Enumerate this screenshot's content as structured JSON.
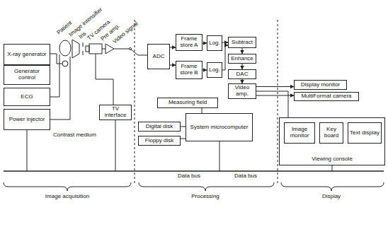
{
  "diagram": {
    "nodes": [
      {
        "text": [
          "X-ray generator"
        ]
      },
      {
        "text": [
          "Generator control"
        ]
      },
      {
        "text": [
          "ECG"
        ]
      },
      {
        "text": [
          "Power injector"
        ]
      },
      {
        "text": [
          "TV interface"
        ]
      },
      {
        "text": [
          "ADC"
        ]
      },
      {
        "text": [
          "Frame store A"
        ]
      },
      {
        "text": [
          "Frame store B"
        ]
      },
      {
        "text": [
          "Log."
        ]
      },
      {
        "text": [
          "Log."
        ]
      },
      {
        "text": [
          "Subtract"
        ]
      },
      {
        "text": [
          "Enhance"
        ]
      },
      {
        "text": [
          "DAC"
        ]
      },
      {
        "text": [
          "Video amp."
        ]
      },
      {
        "text": [
          "Measuring field"
        ]
      },
      {
        "text": [
          "System microcomputer"
        ]
      },
      {
        "text": [
          "Digital disk"
        ]
      },
      {
        "text": [
          "Floppy disk"
        ]
      },
      {
        "text": [
          "Display monitor"
        ]
      },
      {
        "text": [
          "MultiFormat camera"
        ]
      },
      {
        "text": [
          "Viewing console"
        ]
      },
      {
        "text": [
          "Image monitor"
        ],
        "in": 20
      },
      {
        "text": [
          "Key board"
        ],
        "in": 20
      },
      {
        "text": [
          "Text display"
        ],
        "in": 20
      }
    ],
    "edges": [
      {
        "from": 5,
        "to": 6,
        "arrow": "to"
      },
      {
        "from": 5,
        "to": 7,
        "arrow": "to"
      },
      {
        "from": 6,
        "to": 8,
        "arrow": "to"
      },
      {
        "from": 7,
        "to": 9,
        "arrow": "to"
      },
      {
        "from": 8,
        "to": 10,
        "arrow": "to"
      },
      {
        "from": 9,
        "to": 10,
        "arrow": "to"
      },
      {
        "from": 10,
        "to": 11,
        "arrow": "to"
      },
      {
        "from": 11,
        "to": 12,
        "arrow": "to"
      },
      {
        "from": 12,
        "to": 13,
        "arrow": "to"
      },
      {
        "from": 13,
        "to": 18,
        "arrow": "to"
      },
      {
        "from": 13,
        "to": 19,
        "arrow": "to"
      },
      {
        "from": 13,
        "to": 21,
        "arrow": "to"
      },
      {
        "from": 14,
        "to": 15,
        "arrow": "none"
      },
      {
        "from": 16,
        "to": 15,
        "arrow": "none"
      },
      {
        "from": 17,
        "to": 15,
        "arrow": "none"
      }
    ],
    "labels": [
      "Patient",
      "Image intensifier",
      "Iris",
      "TV camera",
      "Pre amp.",
      "Video signal",
      "Contrast medium",
      "Data bus",
      "Data bus",
      "Image acquisition",
      "Processing",
      "Display"
    ]
  }
}
